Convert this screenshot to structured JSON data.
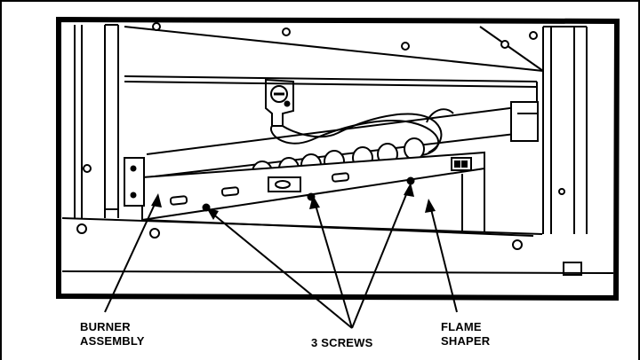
{
  "figure": {
    "callouts": {
      "burner_assembly": [
        "BURNER",
        "ASSEMBLY"
      ],
      "screws": "3 SCREWS",
      "flame_shaper": [
        "FLAME",
        "SHAPER"
      ]
    }
  },
  "colors": {
    "line": "#000000",
    "background": "#ffffff"
  }
}
